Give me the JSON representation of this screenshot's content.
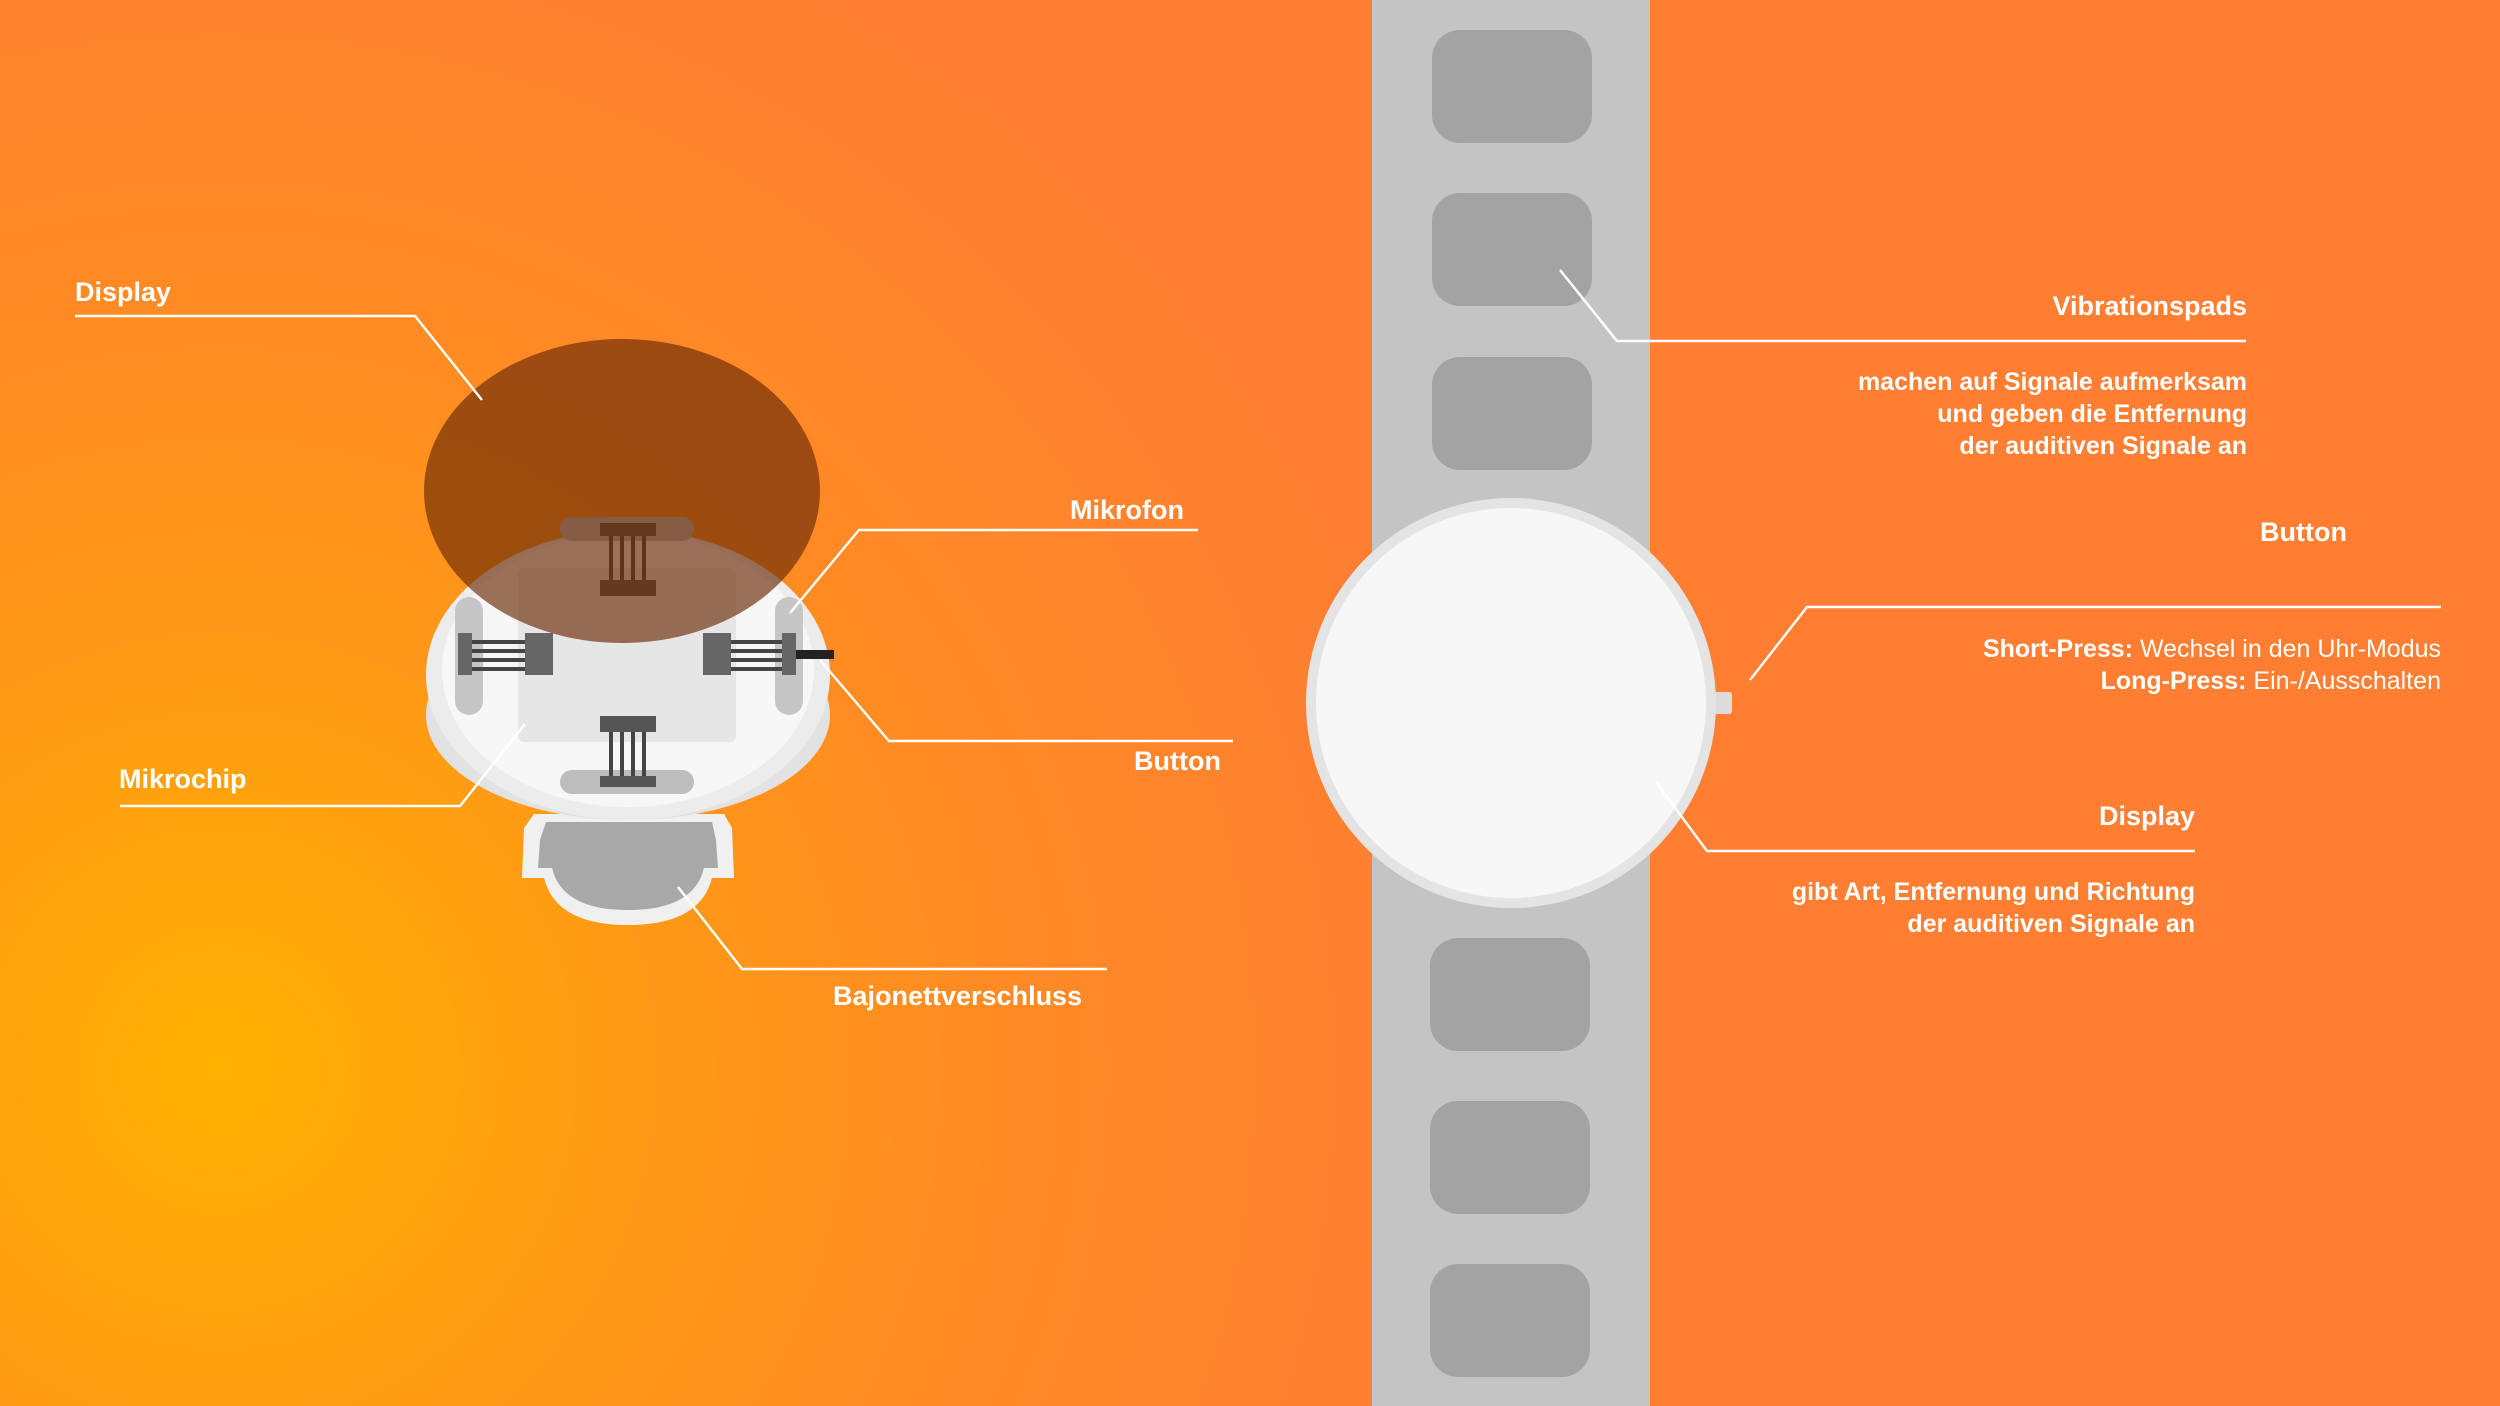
{
  "colors": {
    "background_orange": "#ff7e32",
    "background_yellow": "#ffb000",
    "strap": "#c4c4c4",
    "pad": "#a3a3a3",
    "watch_face": "#f7f7f7",
    "display_cover": "#7a3b0c",
    "label_text": "#ffffff"
  },
  "exploded_view": {
    "display_label": "Display",
    "mikrofon_label": "Mikrofon",
    "button_label": "Button",
    "mikrochip_label": "Mikrochip",
    "bajonett_label": "Bajonettverschluss"
  },
  "watch_view": {
    "vibrationspads": {
      "label": "Vibrationspads",
      "lines": [
        "machen auf Signale aufmerksam",
        "und geben die Entfernung",
        "der auditiven Signale an"
      ]
    },
    "button": {
      "label": "Button",
      "short_press_key": "Short-Press:",
      "short_press_value": "Wechsel in den Uhr-Modus",
      "long_press_key": "Long-Press:",
      "long_press_value": "Ein-/Ausschalten"
    },
    "display": {
      "label": "Display",
      "lines": [
        "gibt Art, Entfernung und Richtung",
        "der auditiven Signale an"
      ]
    }
  }
}
